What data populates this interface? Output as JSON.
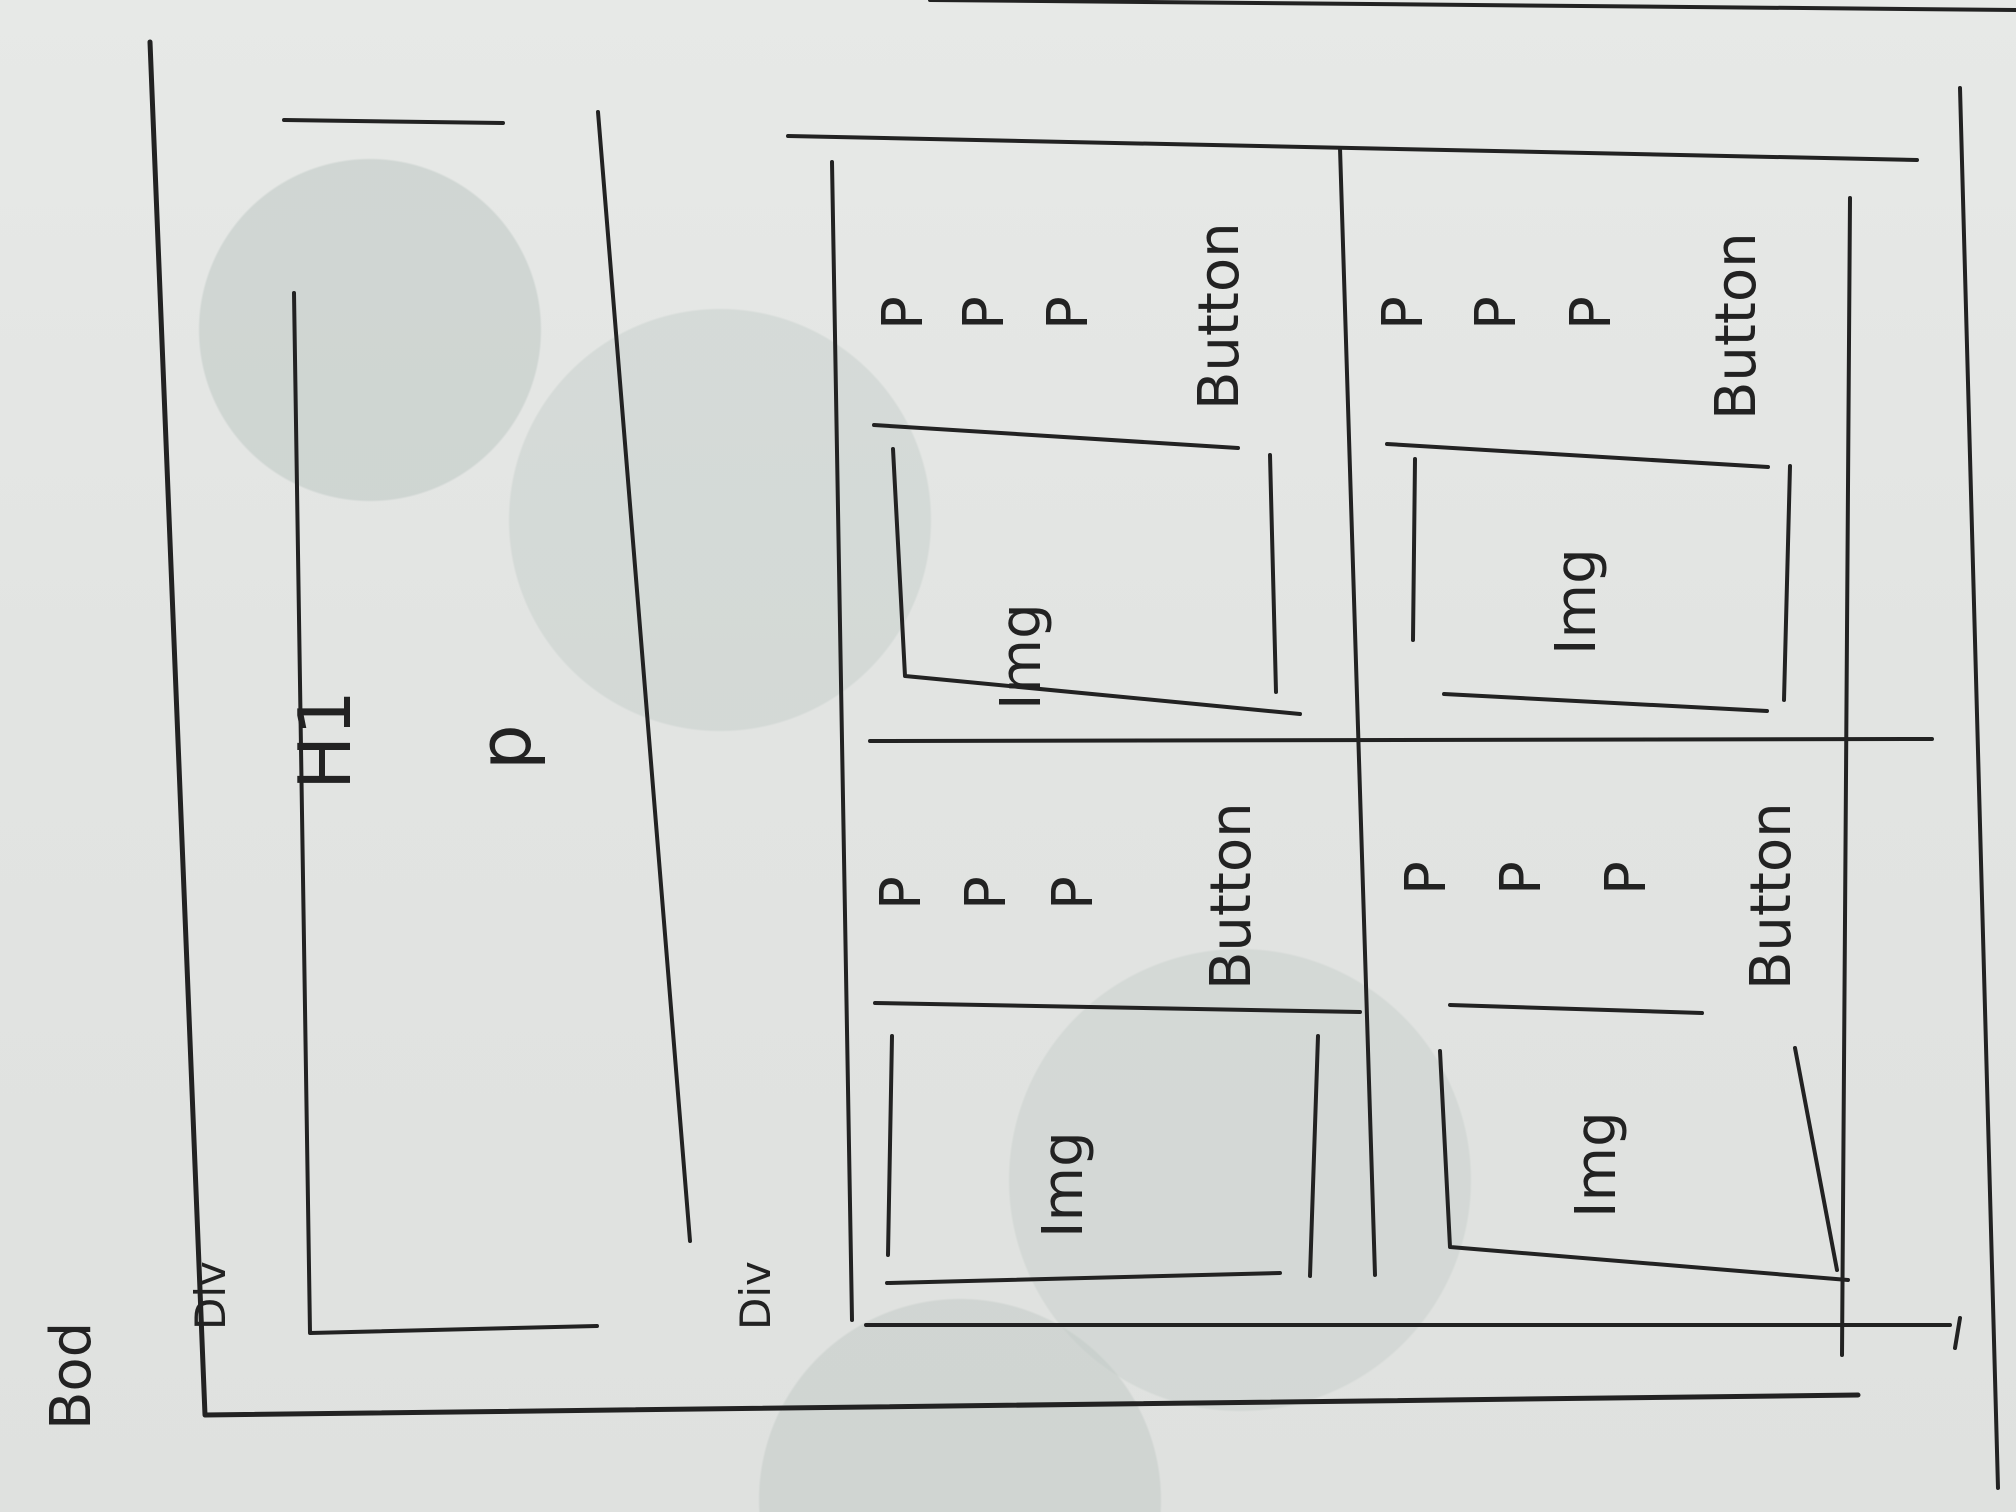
{
  "labels": {
    "body": "Bod",
    "header_div": "Div",
    "header_h1": "H1",
    "header_p": "p",
    "grid_div": "Div"
  },
  "cards": [
    {
      "img": "Img",
      "p1": "P",
      "p2": "P",
      "p3": "P",
      "button": "Button"
    },
    {
      "img": "Img",
      "p1": "P",
      "p2": "P",
      "p3": "P",
      "button": "Button"
    },
    {
      "img": "Img",
      "p1": "P",
      "p2": "P",
      "p3": "P",
      "button": "Button"
    },
    {
      "img": "Img",
      "p1": "P",
      "p2": "P",
      "p3": "P",
      "button": "Button"
    }
  ]
}
